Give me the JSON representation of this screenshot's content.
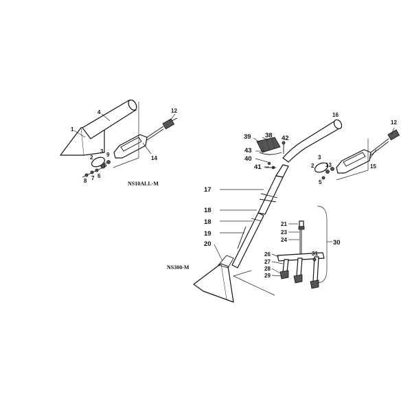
{
  "models": {
    "top_assembly": "NS10ALL-M",
    "bottom_assembly": "NS300-M"
  },
  "part_labels": {
    "p1": "1",
    "p2a": "2",
    "p3a": "3",
    "p4": "4",
    "p5a": "5",
    "p6": "6",
    "p7": "7",
    "p8": "8",
    "p9": "9",
    "p12a": "12",
    "p14": "14",
    "p16": "16",
    "p12b": "12",
    "p2b": "2",
    "p3b": "3",
    "p13": "13",
    "p5b": "5",
    "p15": "15",
    "p39": "39",
    "p38": "38",
    "p42": "42",
    "p43": "43",
    "p40": "40",
    "p41": "41",
    "p17": "17",
    "p18a": "18",
    "p18b": "18",
    "p19": "19",
    "p20": "20",
    "p21": "21",
    "p23": "23",
    "p24": "24",
    "p30": "30",
    "p26": "26",
    "p27": "27",
    "p28": "28",
    "p29": "29",
    "p31": "31"
  }
}
